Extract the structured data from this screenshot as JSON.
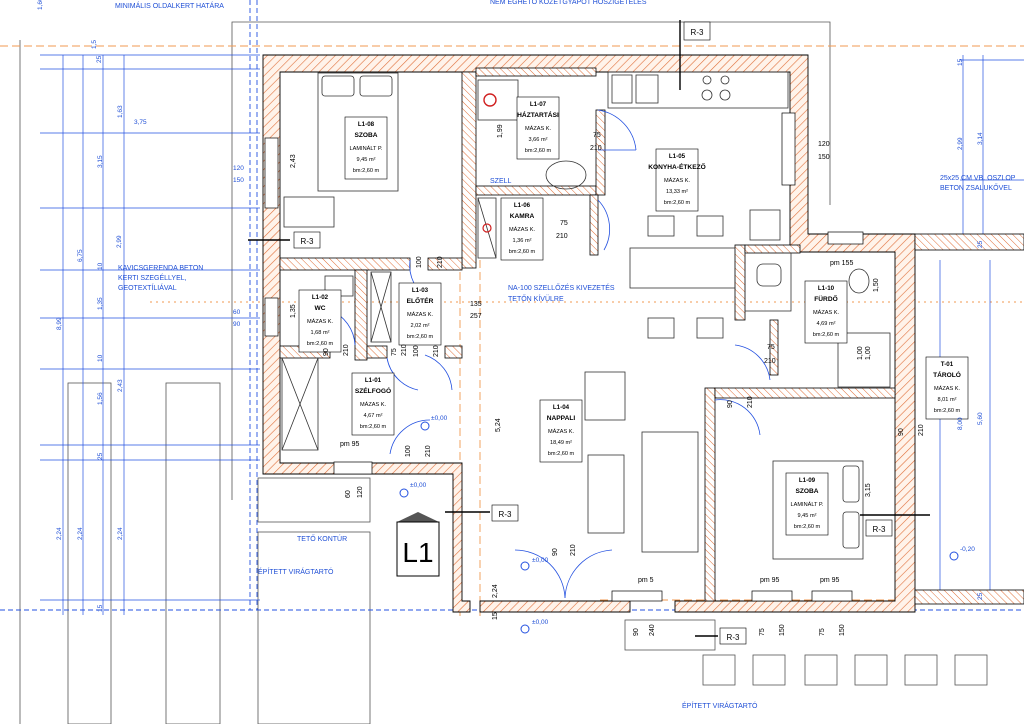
{
  "drawing": {
    "top_note_left": "MINIMÁLIS OLDALKERT HATÁRA",
    "top_note_right": "NEM ÉGHETŐ KŐZETGYAPOT HŐSZIGETELÉS",
    "apartment_id": "L1"
  },
  "rooms": [
    {
      "id": "L1-08",
      "name": "SZOBA",
      "floor": "LAMINÁLT P.",
      "area": "9,45 m²",
      "height": "bm:2,60 m"
    },
    {
      "id": "L1-07",
      "name": "HÁZTARTÁSI",
      "floor": "MÁZAS K.",
      "area": "3,66 m²",
      "height": "bm:2,60 m"
    },
    {
      "id": "L1-05",
      "name": "KONYHA-ÉTKEZŐ",
      "floor": "MÁZAS K.",
      "area": "13,33 m²",
      "height": "bm:2,60 m"
    },
    {
      "id": "L1-06",
      "name": "KAMRA",
      "floor": "MÁZAS K.",
      "area": "1,36 m²",
      "height": "bm:2,60 m"
    },
    {
      "id": "L1-02",
      "name": "WC",
      "floor": "MÁZAS K.",
      "area": "1,68 m²",
      "height": "bm:2,60 m"
    },
    {
      "id": "L1-03",
      "name": "ELŐTÉR",
      "floor": "MÁZAS K.",
      "area": "2,02 m²",
      "height": "bm:2,60 m"
    },
    {
      "id": "L1-10",
      "name": "FÜRDŐ",
      "floor": "MÁZAS K.",
      "area": "4,69 m²",
      "height": "bm:2,60 m"
    },
    {
      "id": "L1-01",
      "name": "SZÉLFOGÓ",
      "floor": "MÁZAS K.",
      "area": "4,67 m²",
      "height": "bm:2,60 m"
    },
    {
      "id": "L1-04",
      "name": "NAPPALI",
      "floor": "MÁZAS K.",
      "area": "18,49 m²",
      "height": "bm:2,60 m"
    },
    {
      "id": "L1-09",
      "name": "SZOBA",
      "floor": "LAMINÁLT P.",
      "area": "9,45 m²",
      "height": "bm:2,60 m"
    },
    {
      "id": "T-01",
      "name": "TÁROLÓ",
      "floor": "MÁZAS K.",
      "area": "8,01 m²",
      "height": "bm:2,60 m"
    }
  ],
  "section_markers": [
    "R-3",
    "R-3",
    "R-3",
    "R-3",
    "R-3"
  ],
  "notes": {
    "gravel": [
      "KAVICSGERENDA BETON",
      "KERTI SZEGÉLLYEL,",
      "GEOTEXTÍLIÁVAL"
    ],
    "vent": [
      "NA-100 SZELLŐZÉS KIVEZETÉS",
      "TETŐN KÍVÜLRE"
    ],
    "column": [
      "25x25 CM VB. OSZLOP",
      "BETON ZSALUKŐVEL"
    ],
    "roof_contour": "TETŐ KONTÚR",
    "planter_left": "ÉPÍTETT VIRÁGTARTÓ",
    "planter_bottom": "ÉPÍTETT VIRÁGTARTÓ",
    "szell": "SZELL"
  },
  "levels": [
    "±0,00",
    "±0,00",
    "±0,00",
    "±0,00",
    "-0,20"
  ],
  "dimensions": {
    "left_vertical": [
      "1,66",
      "1,5",
      "25",
      "1,63",
      "3,15",
      "6,75",
      "8,99",
      "2,99",
      "10",
      "1,35",
      "10",
      "2,43",
      "1,56",
      "25",
      "2,24",
      "2,24",
      "2,24",
      "15"
    ],
    "left_horizontal": [
      "3,75",
      "120",
      "150",
      "60",
      "90"
    ],
    "right_vertical": [
      "15",
      "2,99",
      "3,14",
      "25",
      "8,00",
      "5,60",
      "25"
    ],
    "openings": [
      "75",
      "210",
      "75",
      "210",
      "120",
      "150",
      "75",
      "210",
      "135",
      "257",
      "100",
      "210",
      "100",
      "210",
      "90",
      "210",
      "75",
      "210",
      "90",
      "210",
      "100",
      "210",
      "60",
      "120",
      "pm 95",
      "pm 5",
      "pm 95",
      "pm 95",
      "pm 155",
      "1,50",
      "1,00",
      "3,15",
      "5,24",
      "2,24",
      "15",
      "90",
      "240",
      "75",
      "150",
      "75",
      "150",
      "90",
      "210",
      "90",
      "210",
      "1,99",
      "1,00",
      "1,35",
      "2,43"
    ]
  }
}
